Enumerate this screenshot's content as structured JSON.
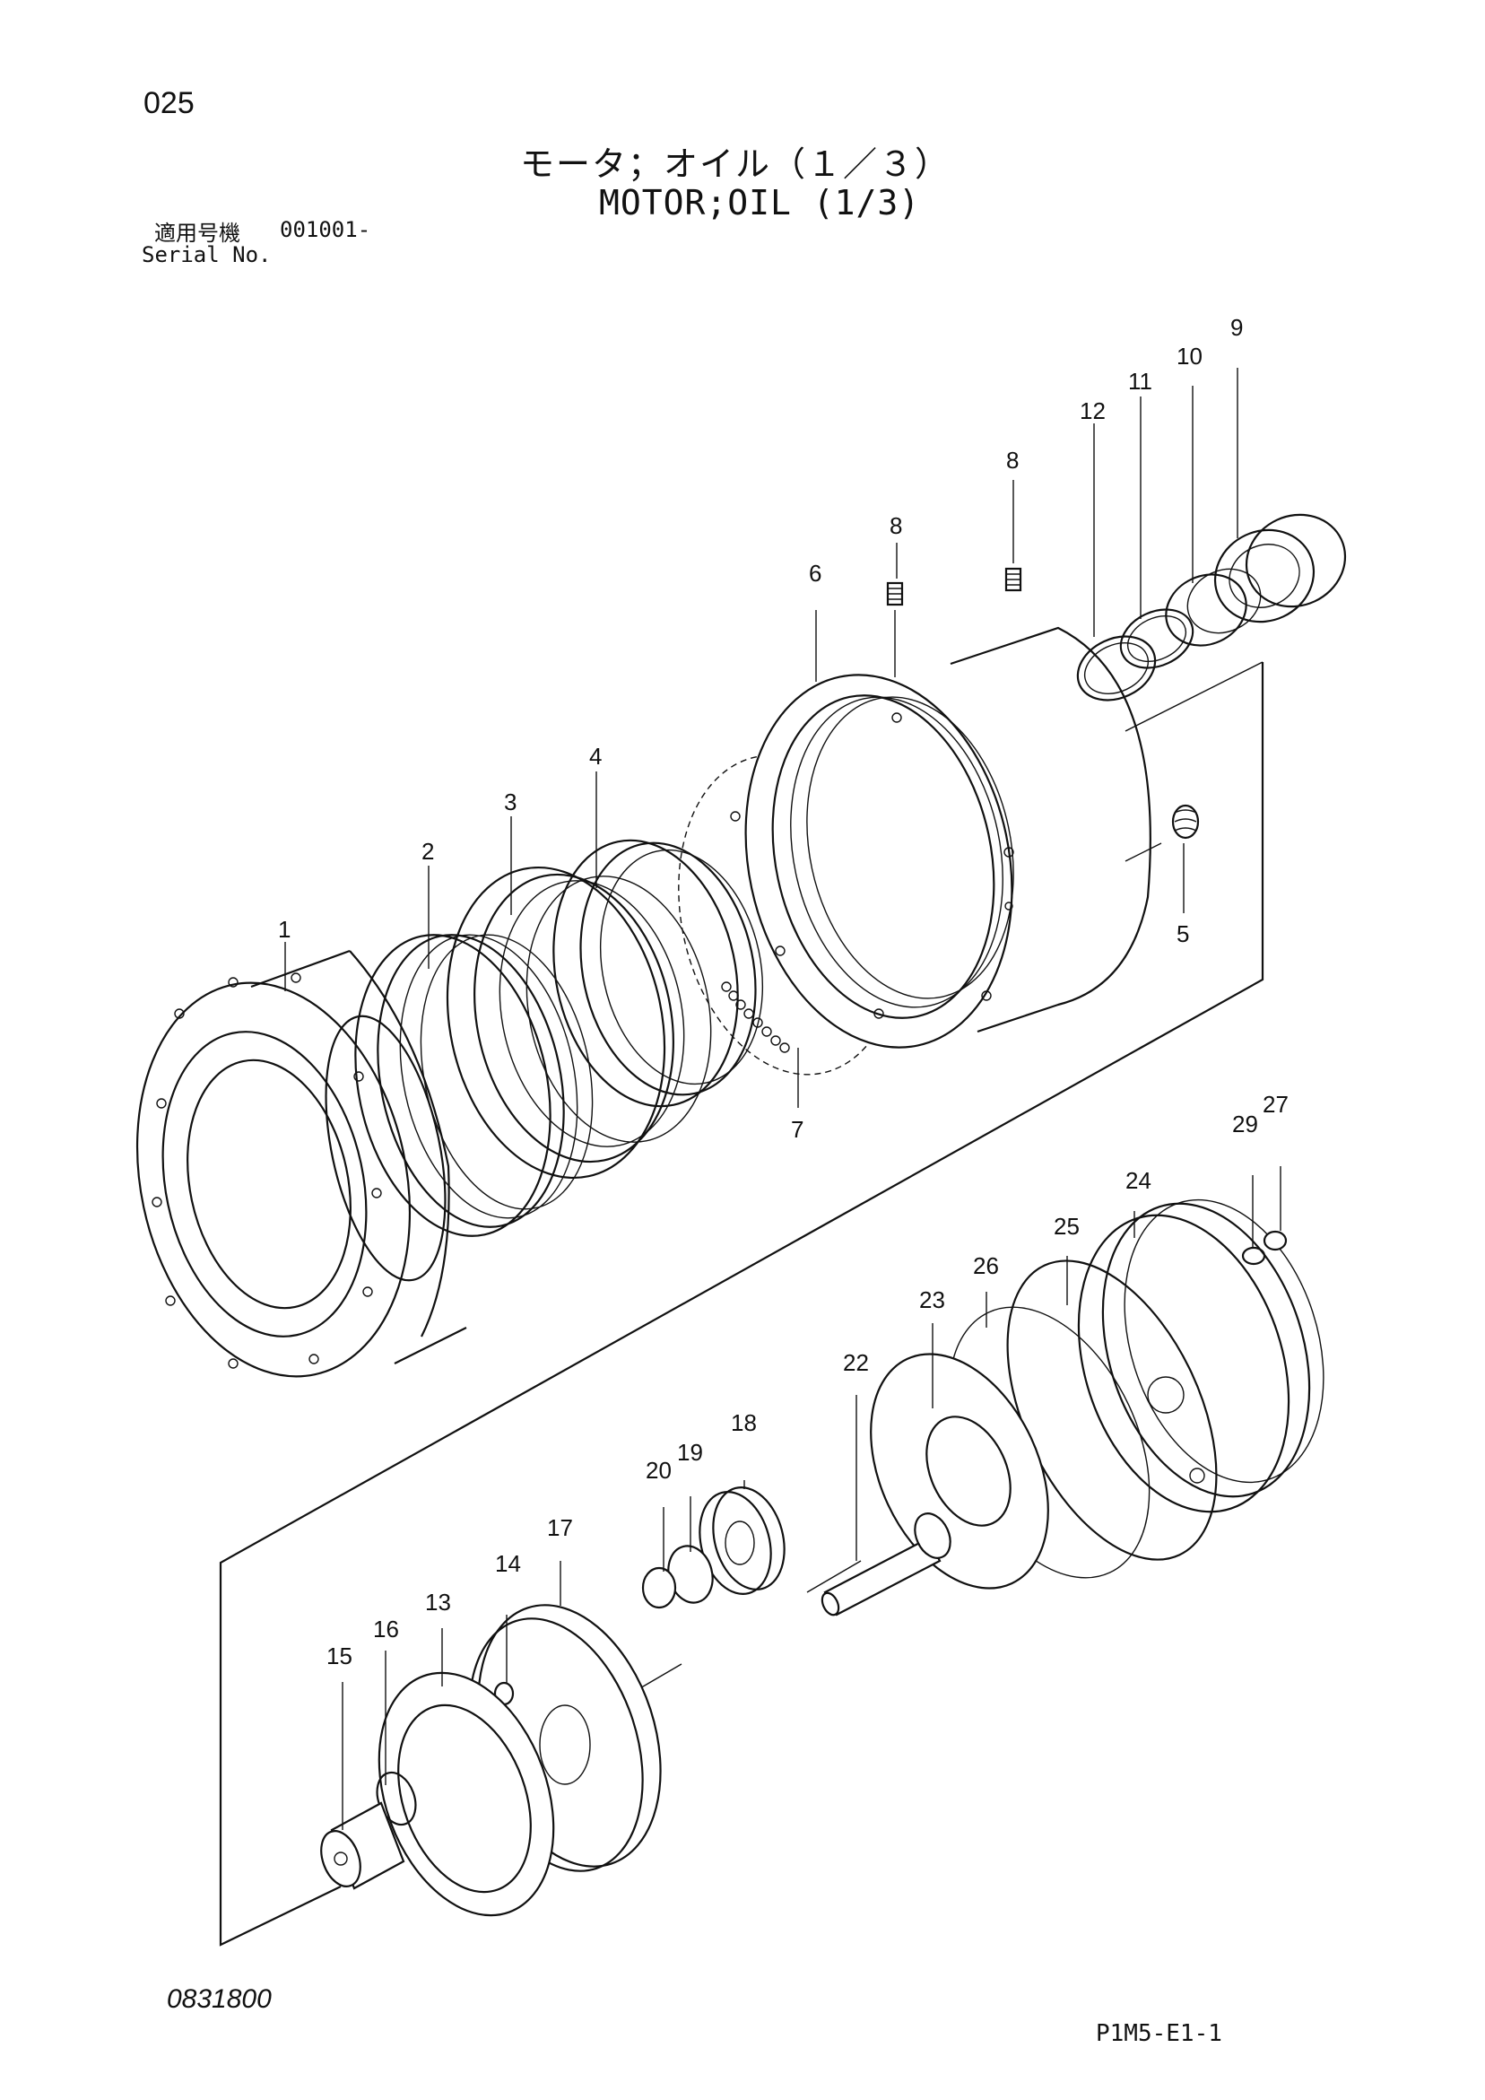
{
  "header": {
    "page_number": "025",
    "title_jp": "モータ；オイル（１／３）",
    "title_en": "MOTOR;OIL (1/3)",
    "serial_label_jp": "適用号機",
    "serial_value": "001001-",
    "serial_label_en": "Serial No."
  },
  "footer": {
    "doc_code": "0831800",
    "page_ref": "P1M5-E1-1"
  },
  "callouts": [
    "1",
    "2",
    "3",
    "4",
    "5",
    "6",
    "7",
    "8",
    "8",
    "9",
    "10",
    "11",
    "12",
    "13",
    "14",
    "15",
    "16",
    "17",
    "18",
    "19",
    "20",
    "22",
    "23",
    "24",
    "25",
    "26",
    "27",
    "29"
  ]
}
